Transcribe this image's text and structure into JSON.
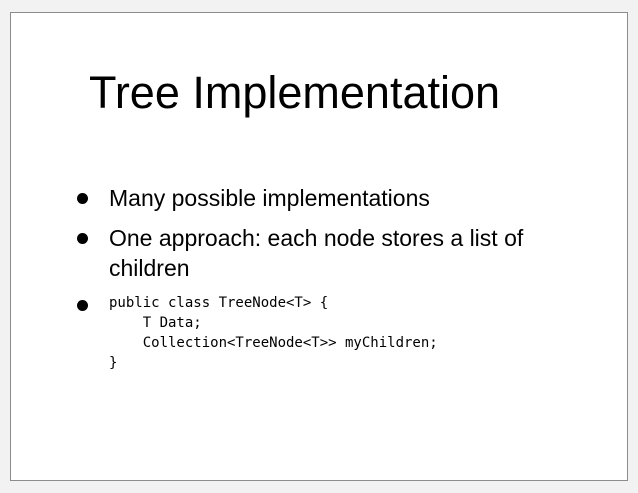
{
  "slide": {
    "title": "Tree Implementation",
    "bullets": [
      "Many possible implementations",
      "One approach: each node stores a list of children"
    ],
    "code_lines": [
      "public class TreeNode<T> {",
      "    T Data;",
      "    Collection<TreeNode<T>> myChildren;",
      "}"
    ]
  },
  "colors": {
    "background": "#ffffff",
    "text": "#000000",
    "border": "#8c8c8c"
  }
}
